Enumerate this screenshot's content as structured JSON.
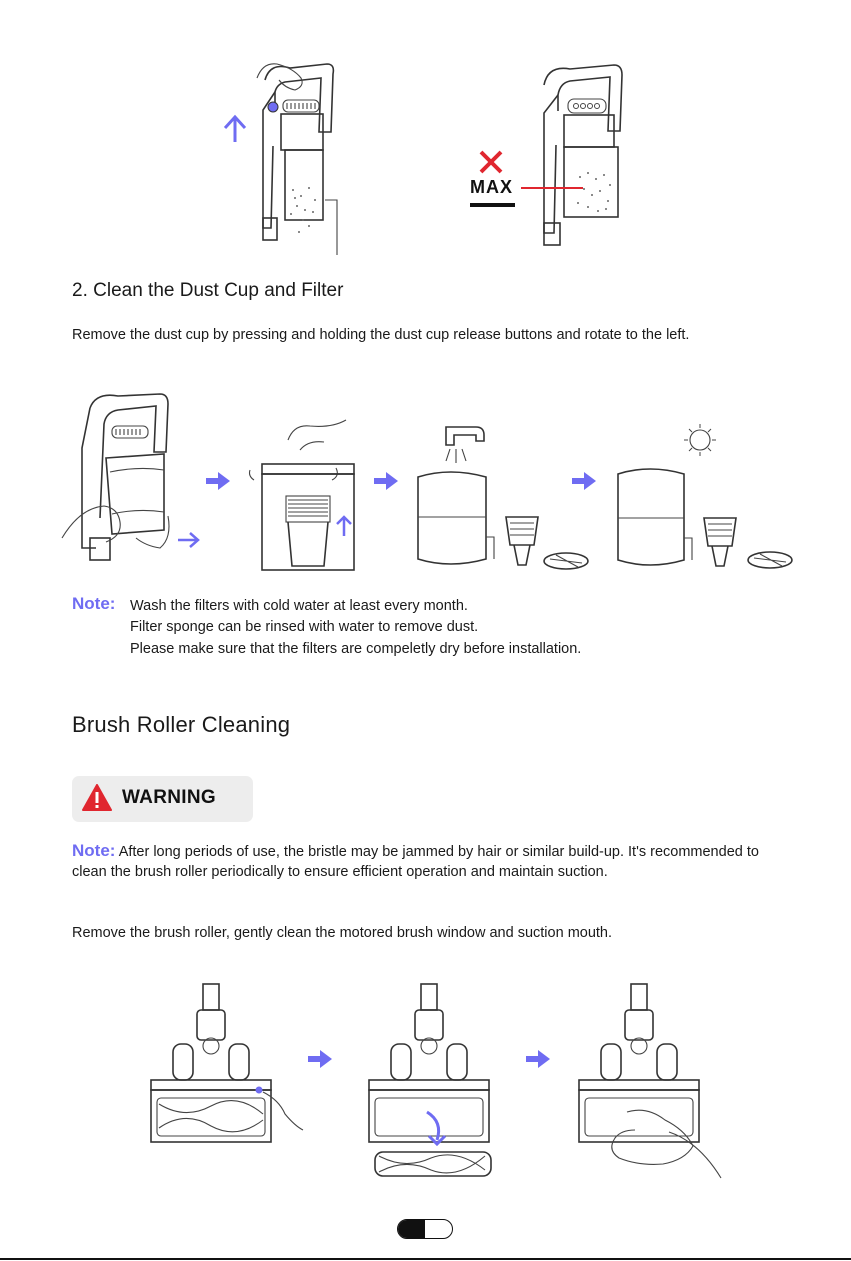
{
  "section_clean": {
    "title": "2. Clean the Dust Cup and Filter",
    "paragraph": "Remove the dust cup by pressing and holding the dust cup release buttons and rotate to the left."
  },
  "max_indicator": {
    "label": "MAX"
  },
  "note1": {
    "label": "Note:",
    "lines": [
      "Wash the filters with cold water at least every month.",
      "Filter sponge can be rinsed with water to remove dust.",
      "Please make sure that the filters are compeletly dry before installation."
    ]
  },
  "section_brush": {
    "title": "Brush Roller Cleaning",
    "warning": "WARNING",
    "note_label": "Note:",
    "note_text": "After long periods of use, the bristle may be jammed by hair or similar build-up. It's recommended to clean the brush roller periodically to ensure efficient operation and maintain suction.",
    "paragraph": "Remove the brush roller, gently clean the motored brush window and suction mouth."
  },
  "colors": {
    "accent": "#6f6cf2",
    "warning_red": "#e0262f",
    "text": "#1a1a1a"
  }
}
